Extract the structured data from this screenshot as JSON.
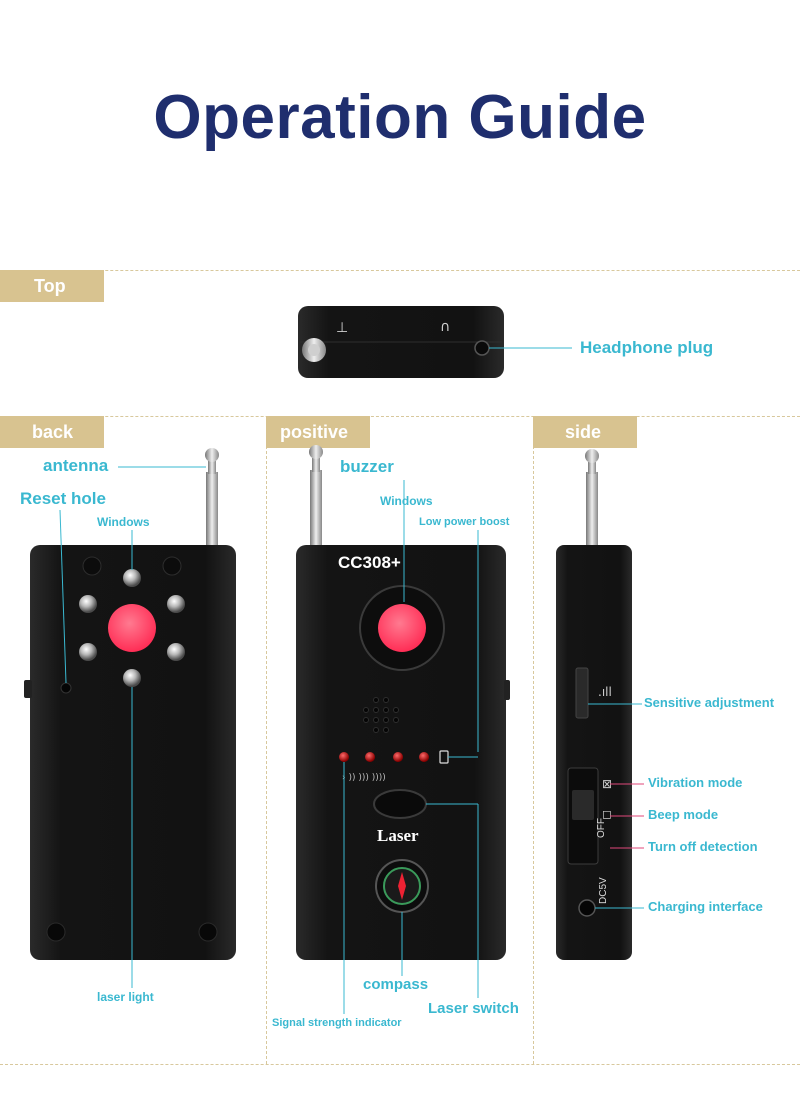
{
  "title": "Operation Guide",
  "sections": {
    "top": "Top",
    "back": "back",
    "positive": "positive",
    "side": "side"
  },
  "labels": {
    "headphone_plug": "Headphone plug",
    "antenna": "antenna",
    "reset_hole": "Reset hole",
    "windows_back": "Windows",
    "laser_light": "laser light",
    "buzzer": "buzzer",
    "windows_front": "Windows",
    "low_power_boost": "Low power boost",
    "compass": "compass",
    "laser_switch": "Laser switch",
    "signal_strength_indicator": "Signal strength indicator",
    "sensitive_adjustment": "Sensitive adjustment",
    "vibration_mode": "Vibration mode",
    "beep_mode": "Beep mode",
    "turn_off_detection": "Turn off detection",
    "charging_interface": "Charging interface"
  },
  "device": {
    "model": "CC308+",
    "laser_text": "Laser",
    "switch_off_text": "OFF",
    "dc_text": "DC5V"
  },
  "colors": {
    "title": "#1f2e6e",
    "tag": "#d8c390",
    "callout": "#3ab8d0",
    "lens": "#ff4d6d",
    "device": "#141414"
  }
}
